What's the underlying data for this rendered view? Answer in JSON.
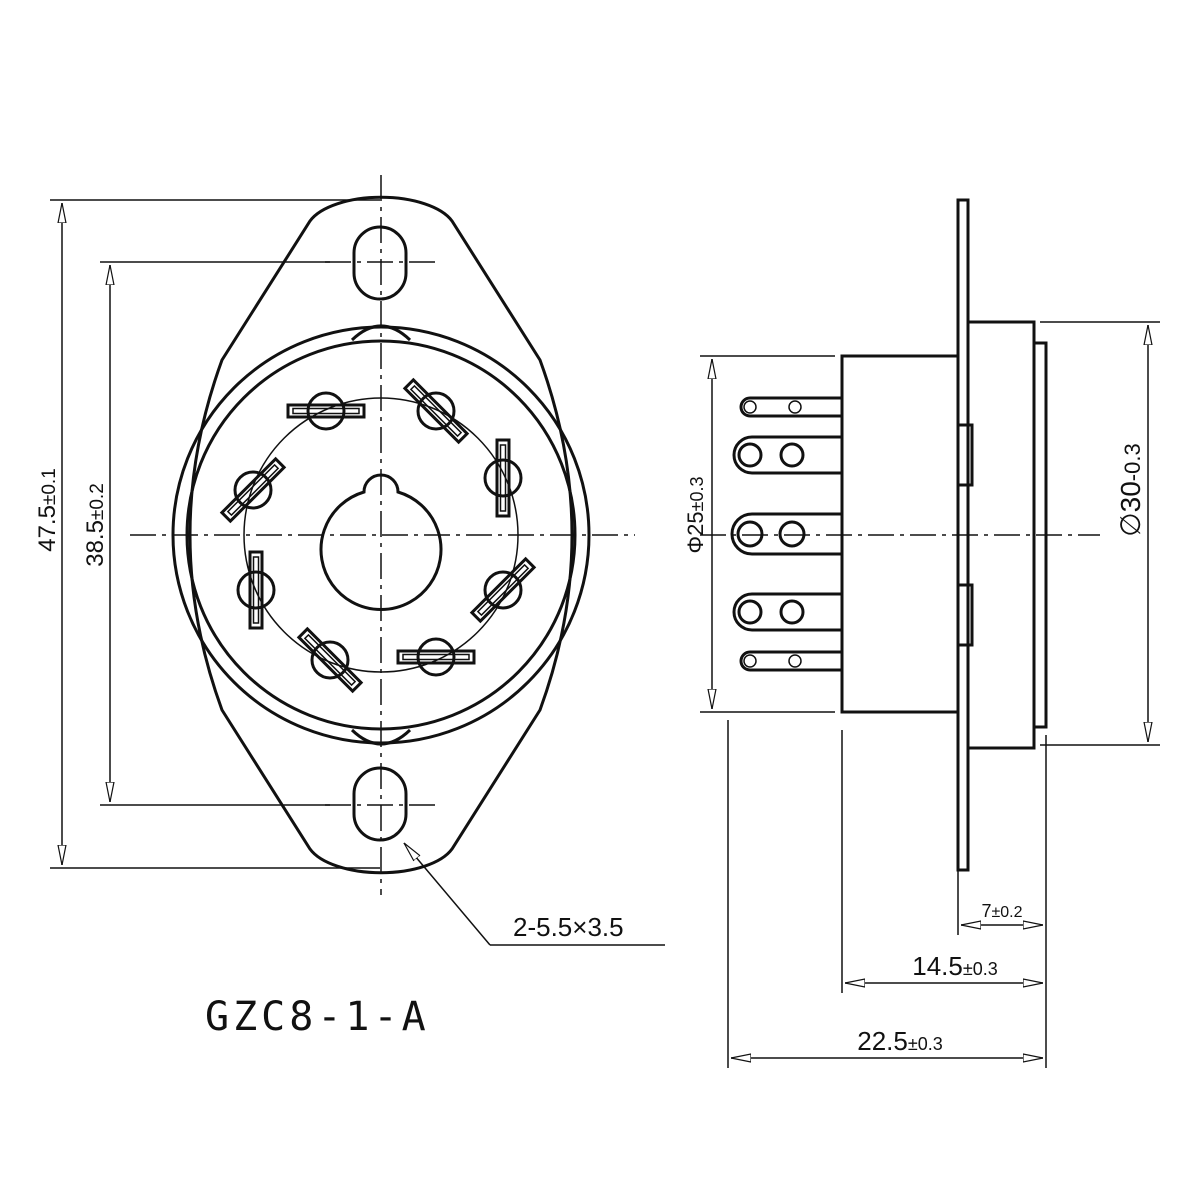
{
  "drawing": {
    "model": "GZC8-1-A",
    "front_view": {
      "height_overall": {
        "value": "47.5",
        "tol": "±0.1"
      },
      "hole_spacing": {
        "value": "38.5",
        "tol": "±0.2"
      },
      "mount_holes": "2-5.5×3.5"
    },
    "side_view": {
      "pin_circle": {
        "prefix": "Φ",
        "value": "25",
        "tol": "±0.3"
      },
      "body_dia": {
        "prefix": "∅",
        "value": "30",
        "tol": "-0.3"
      },
      "depth_small": {
        "value": "7",
        "tol": "±0.2"
      },
      "depth_mid": {
        "value": "14.5",
        "tol": "±0.3"
      },
      "depth_total": {
        "value": "22.5",
        "tol": "±0.3"
      }
    }
  }
}
